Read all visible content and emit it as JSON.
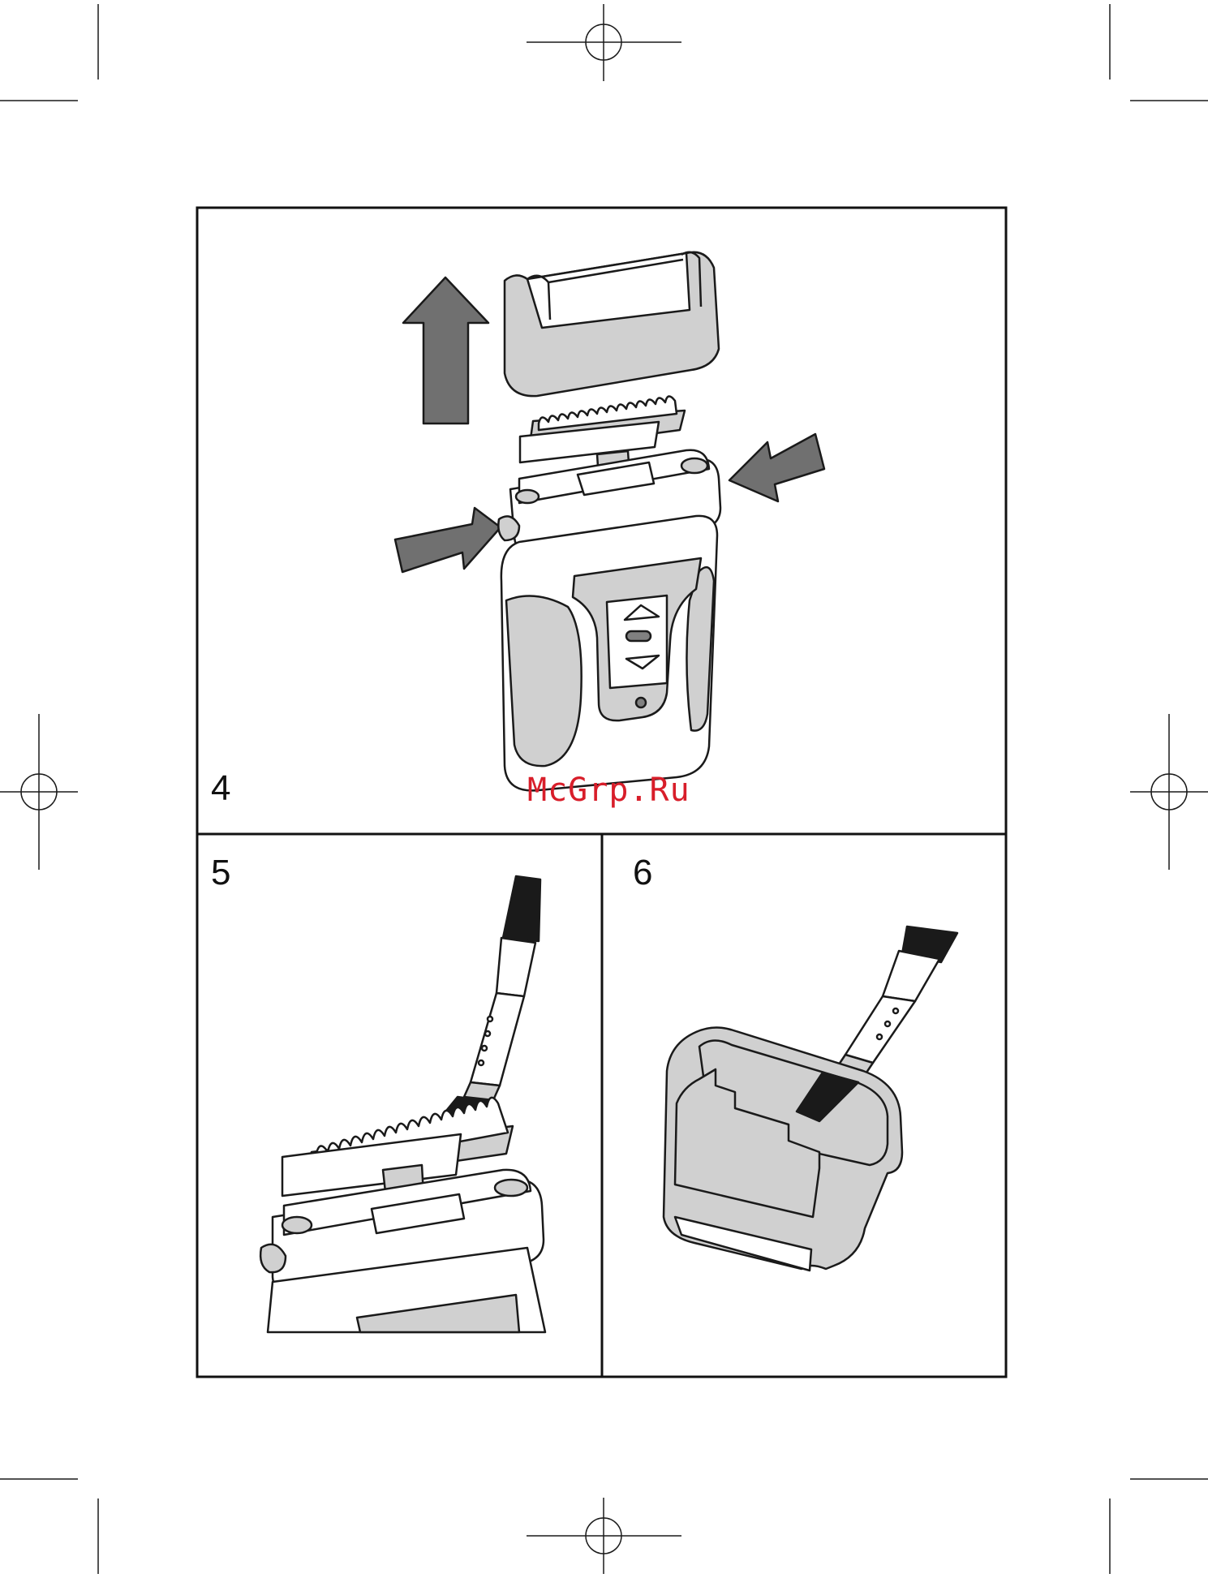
{
  "panels": [
    {
      "number": "4"
    },
    {
      "number": "5"
    },
    {
      "number": "6"
    }
  ],
  "watermark": "McGrp.Ru",
  "colors": {
    "arrow": "#707070",
    "light_gray": "#d0d0d0",
    "line": "#1a1a1a",
    "watermark": "#d81e2a"
  },
  "icons": [
    "registration-mark-icon",
    "up-arrow-icon",
    "press-arrow-icon",
    "shaver-illustration",
    "cleaning-brush-illustration"
  ]
}
